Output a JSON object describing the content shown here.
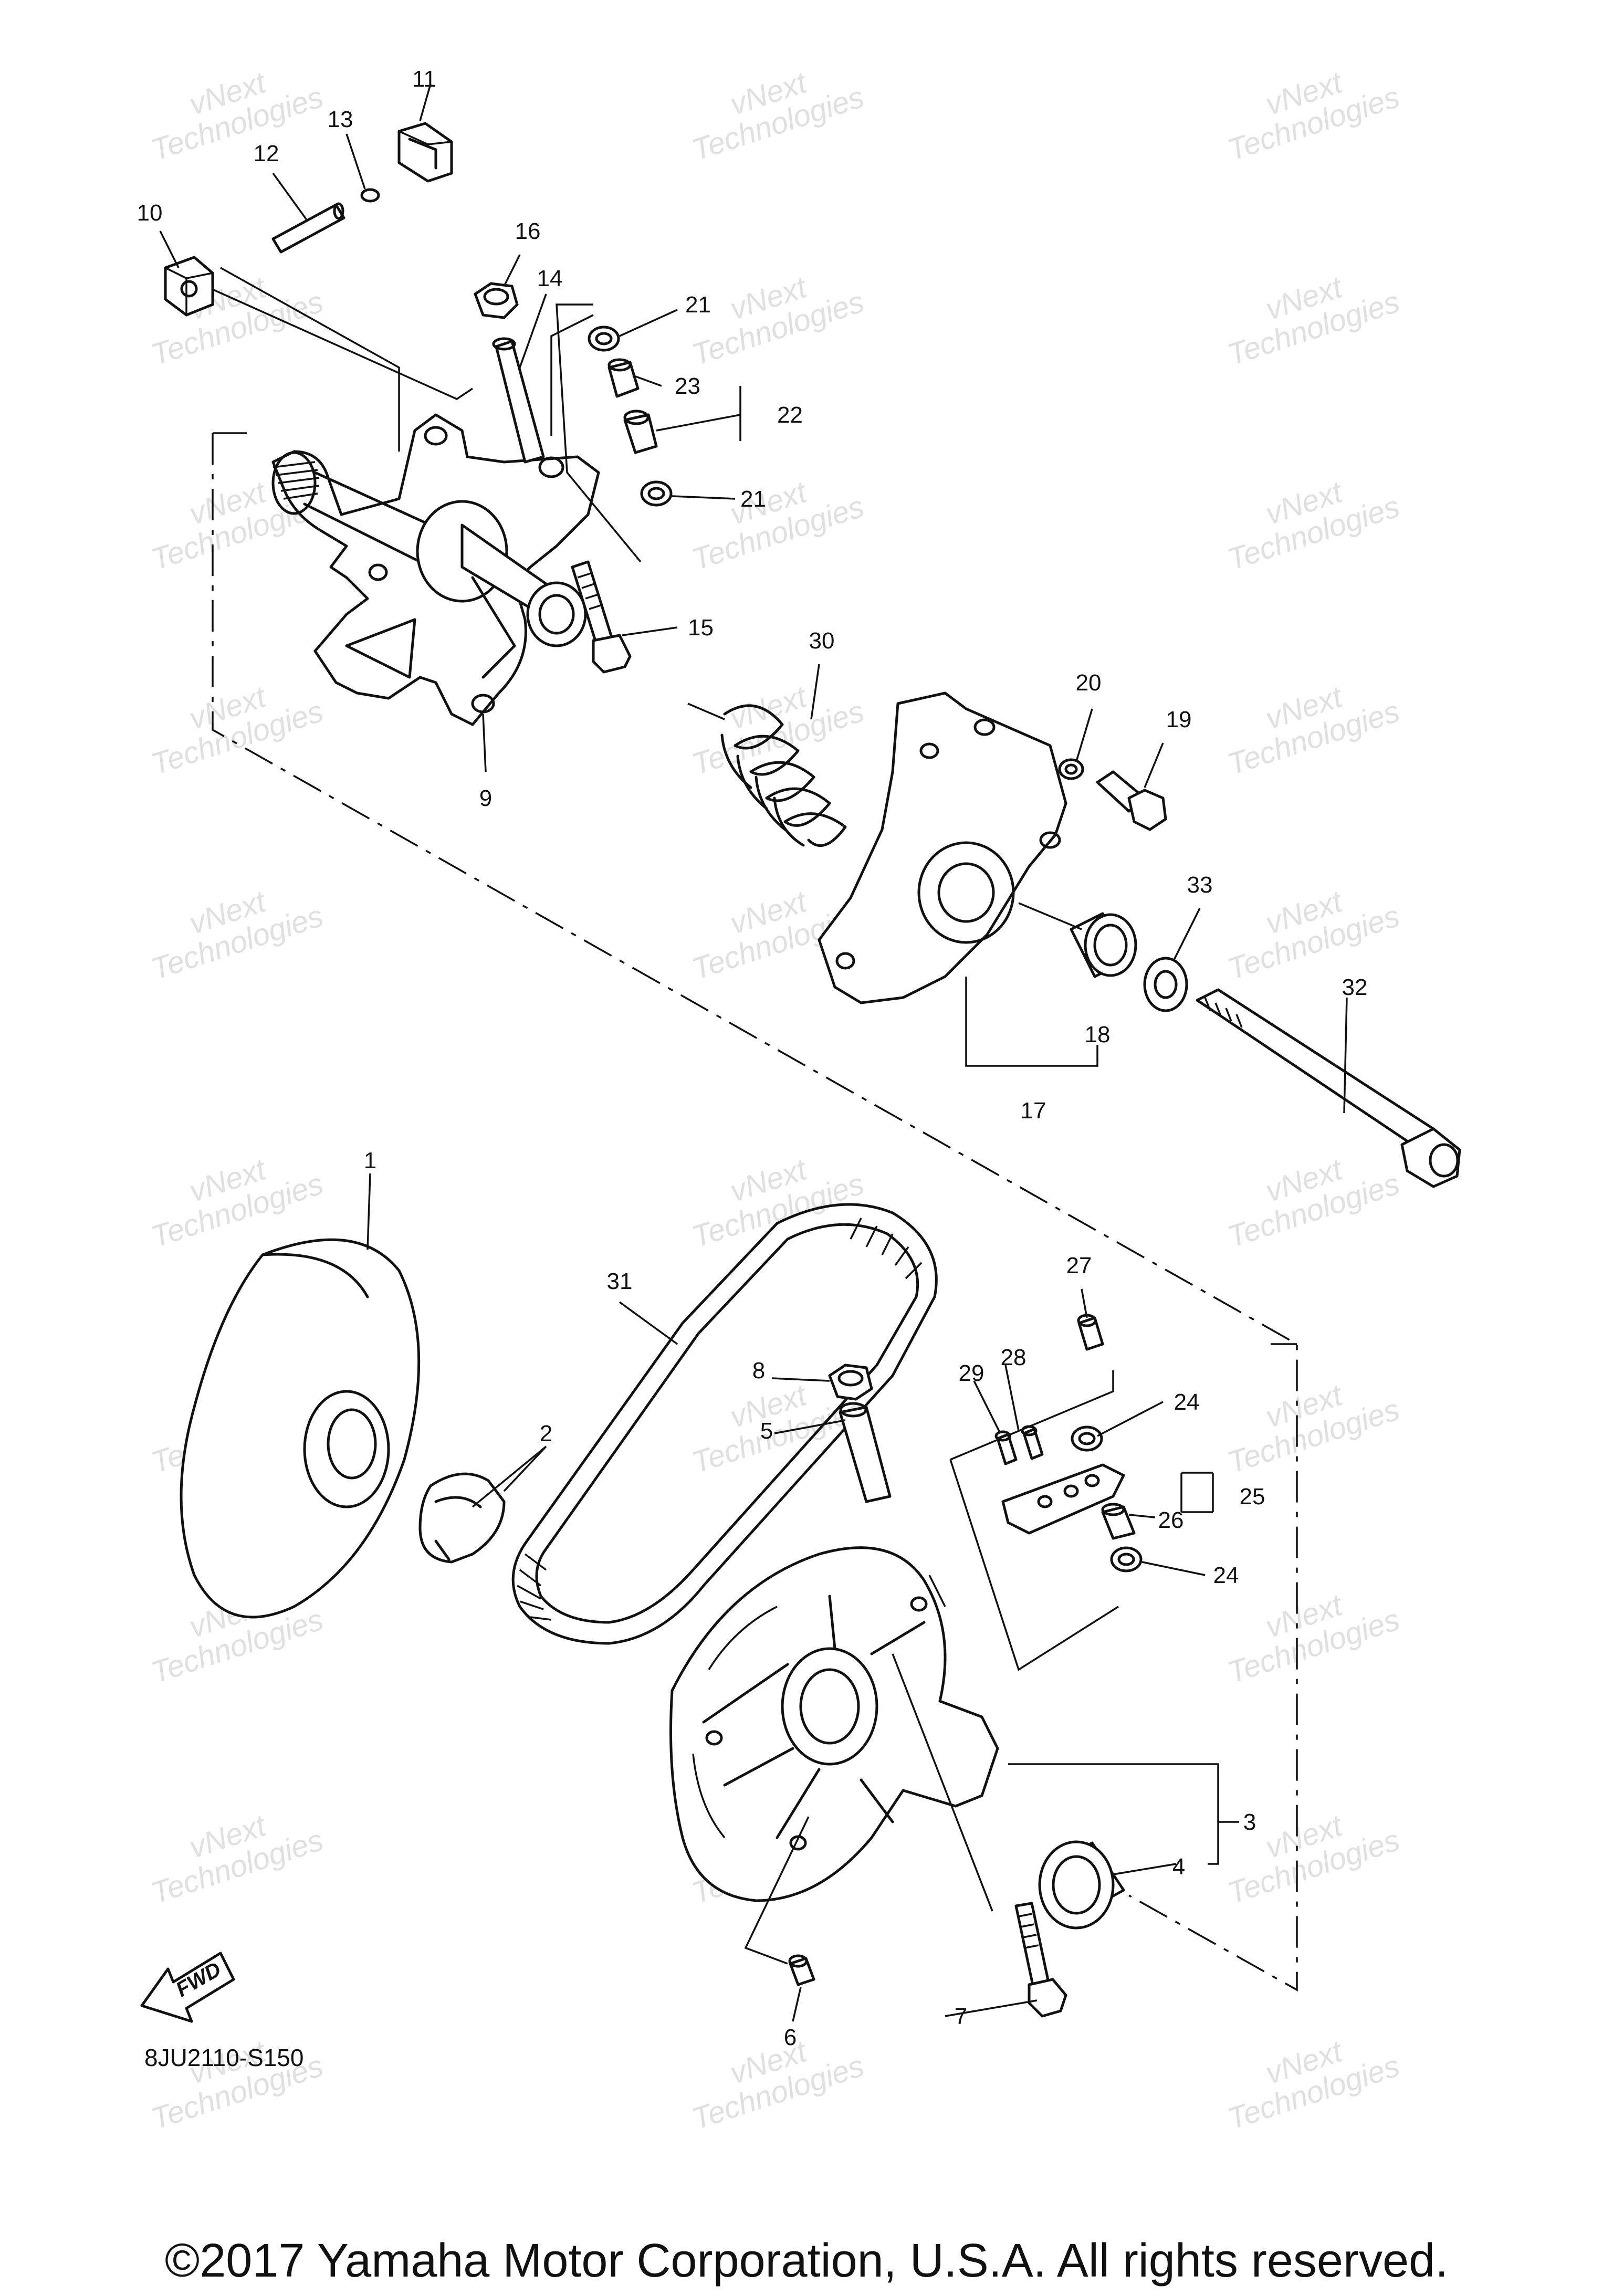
{
  "diagram": {
    "drawing_code": "8JU2110-S150",
    "fwd_label": "FWD",
    "watermark": {
      "line1": "vNext",
      "line2": "Technologies"
    },
    "callouts": [
      "1",
      "2",
      "3",
      "4",
      "5",
      "6",
      "7",
      "8",
      "9",
      "10",
      "11",
      "12",
      "13",
      "14",
      "15",
      "16",
      "17",
      "18",
      "19",
      "20",
      "21",
      "21",
      "22",
      "23",
      "24",
      "24",
      "25",
      "26",
      "27",
      "28",
      "29",
      "30",
      "31",
      "32",
      "33"
    ]
  },
  "footer": {
    "copyright": "©2017 Yamaha Motor Corporation, U.S.A. All rights reserved."
  }
}
